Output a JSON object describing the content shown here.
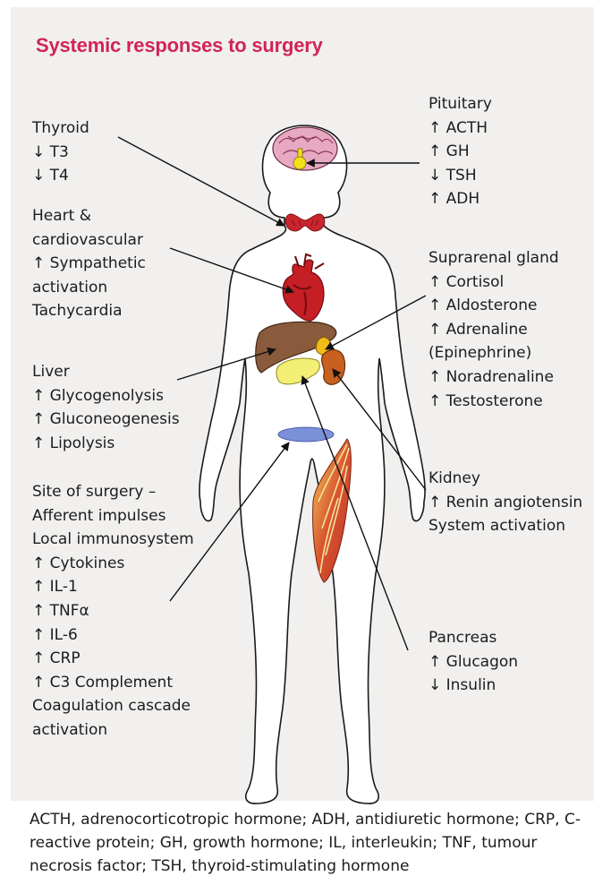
{
  "title": "Systemic responses to surgery",
  "colors": {
    "title": "#d1245a",
    "brain": "#e7a8c2",
    "pituitary": "#f2e11a",
    "thyroid": "#c9252c",
    "heart": "#c61e25",
    "liver": "#8a5a3c",
    "pancreas": "#f3ef74",
    "adrenal": "#f2bb18",
    "kidney": "#c8601f",
    "surgery_site": "#7c8fd9",
    "muscle": "#c4422a"
  },
  "labels": {
    "thyroid": [
      "Thyroid",
      "↓ T3",
      "↓ T4"
    ],
    "heart": [
      "Heart  &",
      "cardiovascular",
      "↑ Sympathetic",
      "activation",
      "Tachycardia"
    ],
    "liver": [
      "Liver",
      "↑ Glycogenolysis",
      "↑ Gluconeogenesis",
      "↑ Lipolysis"
    ],
    "surgery": [
      "Site of surgery –",
      "Afferent impulses",
      "Local immunosystem",
      "↑ Cytokines",
      "↑ IL-1",
      "↑ TNFα",
      "↑ IL-6",
      "↑ CRP",
      "↑ C3 Complement",
      "Coagulation cascade",
      "activation"
    ],
    "pituitary": [
      "Pituitary",
      "↑ ACTH",
      "↑ GH",
      "↓ TSH",
      "↑ ADH"
    ],
    "suprarenal": [
      "Suprarenal gland",
      "↑ Cortisol",
      "↑ Aldosterone",
      "↑ Adrenaline",
      "(Epinephrine)",
      "↑ Noradrenaline",
      "↑ Testosterone"
    ],
    "kidney": [
      "Kidney",
      "↑ Renin angiotensin",
      "System activation"
    ],
    "pancreas": [
      "Pancreas",
      "↑ Glucagon",
      "↓ Insulin"
    ]
  },
  "footnote": "ACTH, adrenocorticotropic hormone; ADH, antidiuretic hormone; CRP, C-reactive protein; GH, growth hormone; IL, interleukin; TNF, tumour necrosis factor; TSH, thyroid-stimulating hormone"
}
